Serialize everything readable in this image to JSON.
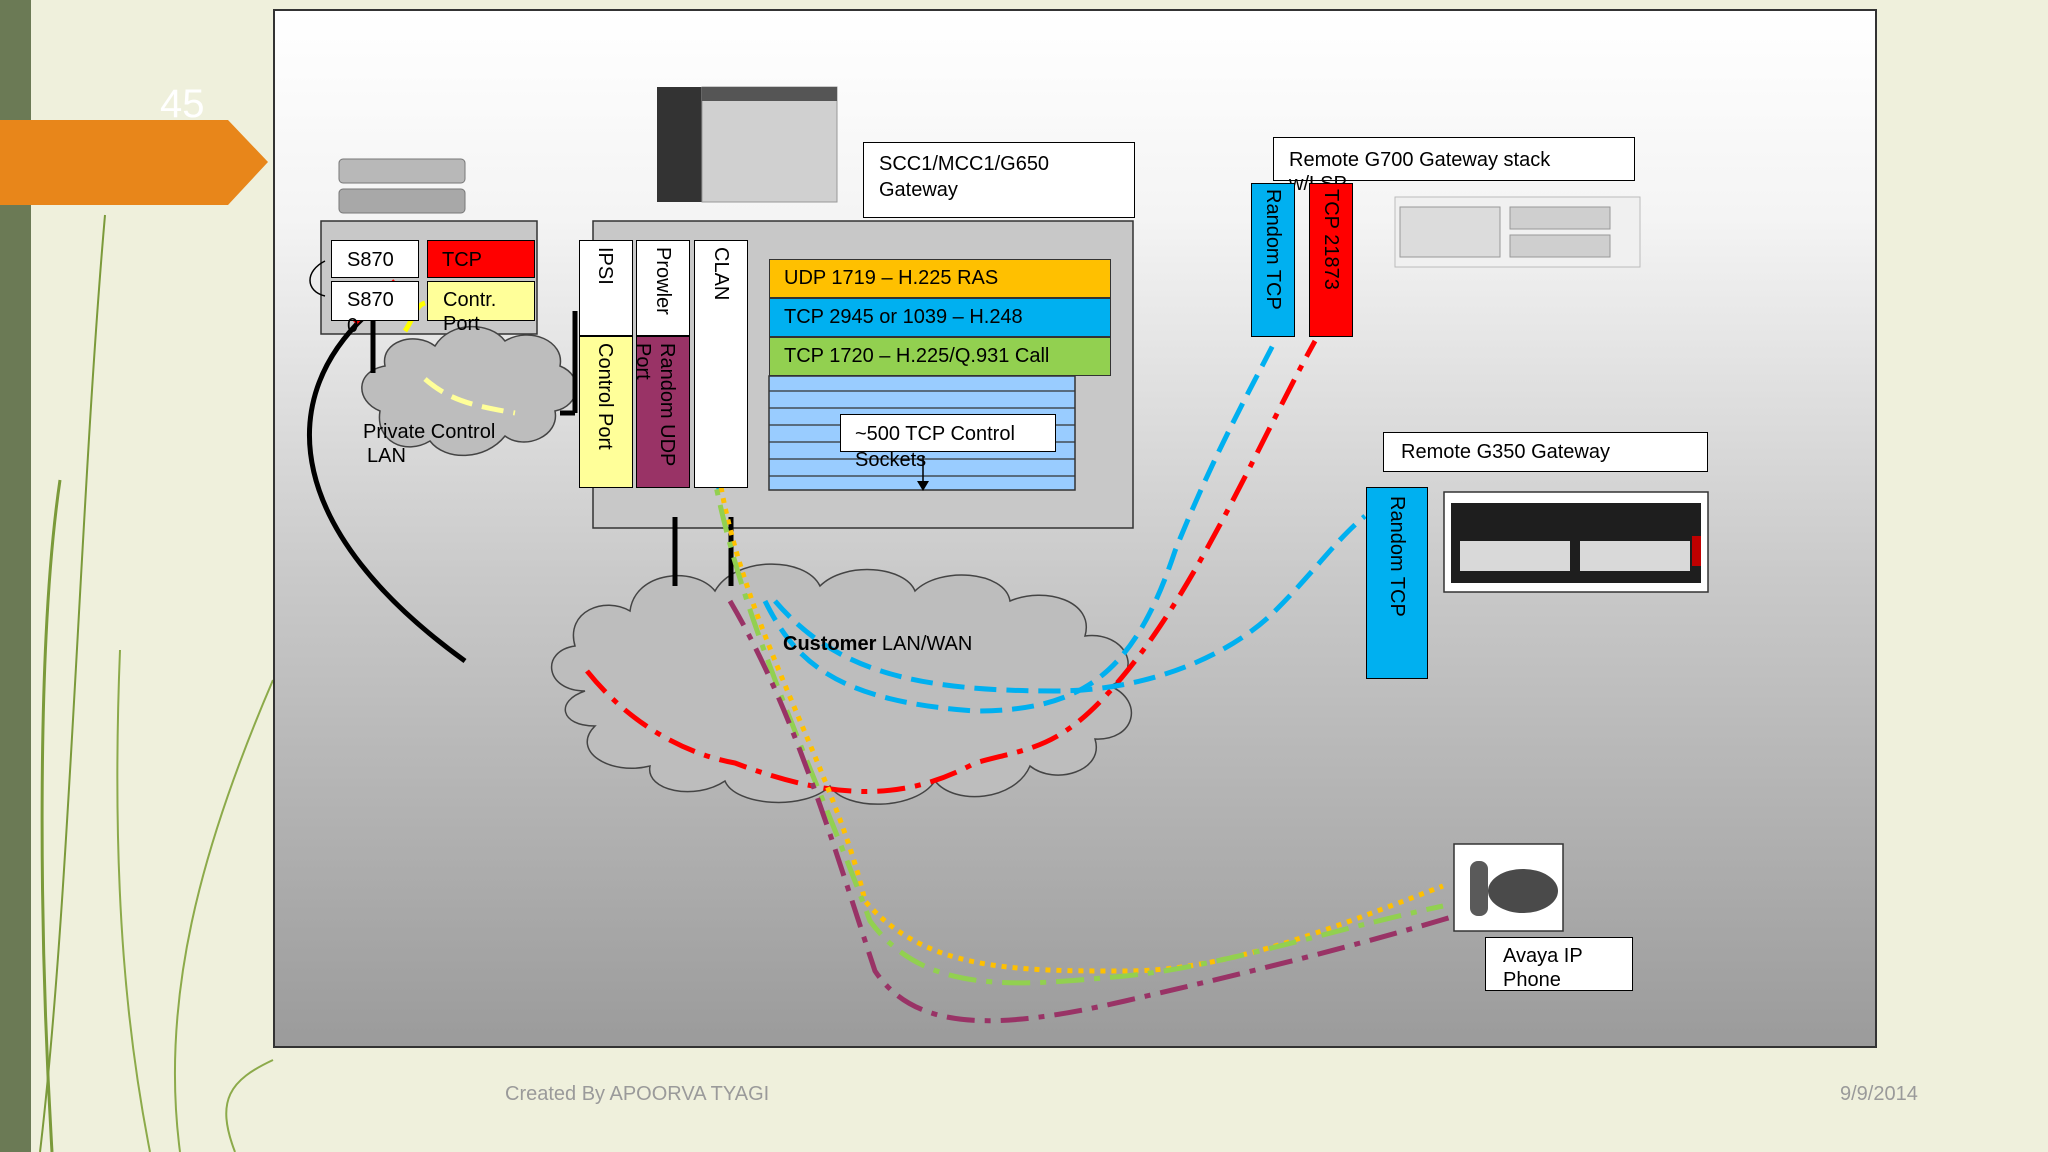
{
  "slide": {
    "number": "45",
    "footer_left": "Created By APOORVA TYAGI",
    "footer_right": "9/9/2014"
  },
  "diagram": {
    "server": {
      "s870_top": "S870",
      "s870_bottom": "S870",
      "s870_bottom_wrap": "0",
      "tcp": "TCP",
      "control_port_line1": "Contr.",
      "control_port_line2": "Port"
    },
    "private_lan": {
      "line1": "Private Control",
      "line2": "LAN"
    },
    "gateway": {
      "title_line1": "SCC1/MCC1/G650",
      "title_line2": "Gateway",
      "ipsi": "IPSI",
      "prowler": "Prowler",
      "clan": "CLAN",
      "control_port": "Control  Port",
      "random_udp": "Random UDP",
      "random_udp_wrap": "Port",
      "rows": [
        "UDP 1719 – H.225 RAS",
        "TCP 2945 or 1039 – H.248",
        "TCP 1720 –  H.225/Q.931 Call"
      ],
      "sockets_line1": "~500 TCP Control",
      "sockets_line2": "Sockets"
    },
    "customer_lan": {
      "prefix": "Customer",
      "suffix": " LAN/WAN"
    },
    "g700": {
      "title": "Remote G700 Gateway stack",
      "title_wrap": "w/LSP",
      "random_tcp": "Random  TCP",
      "tcp": "TCP 21873"
    },
    "g350": {
      "title": "Remote G350 Gateway",
      "random_tcp": "Random TCP"
    },
    "phone": {
      "line1": "Avaya IP",
      "line2": "Phone"
    },
    "colors": {
      "red": "#ff0000",
      "yellow_box": "#ffff99",
      "orange_row": "#ffc000",
      "cyan": "#00b0f0",
      "green": "#92d050",
      "purple": "#993366",
      "light_blue": "#99ccff",
      "slide_accent": "#e8861a"
    }
  }
}
